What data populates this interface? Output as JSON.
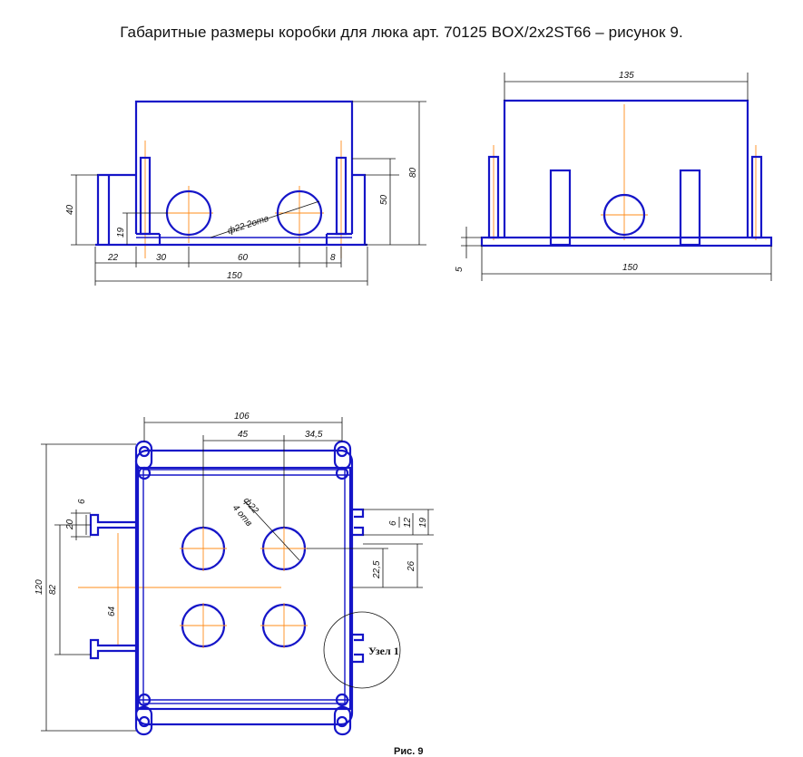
{
  "title": "Габаритные размеры коробки для люка арт. 70125 BOX/2x2ST66 – рисунок 9.",
  "front_view": {
    "dims": {
      "d40": "40",
      "d19": "19",
      "d22": "22",
      "d30": "30",
      "d60": "60",
      "d8": "8",
      "d150": "150",
      "d50": "50",
      "d80": "80",
      "hole": "ф22 2отв"
    }
  },
  "side_view": {
    "dims": {
      "d135": "135",
      "d5": "5",
      "d150": "150"
    }
  },
  "top_view": {
    "dims": {
      "d106": "106",
      "d45": "45",
      "d345": "34,5",
      "hole1": "ф22",
      "hole2": "4 отв",
      "d6": "6",
      "d20": "20",
      "d64": "64",
      "d120": "120",
      "d82": "82",
      "d225": "22,5",
      "d26": "26",
      "r6": "6",
      "r12": "12",
      "r19": "19"
    },
    "node_label": "Узел 1"
  },
  "caption": "Рис. 9"
}
